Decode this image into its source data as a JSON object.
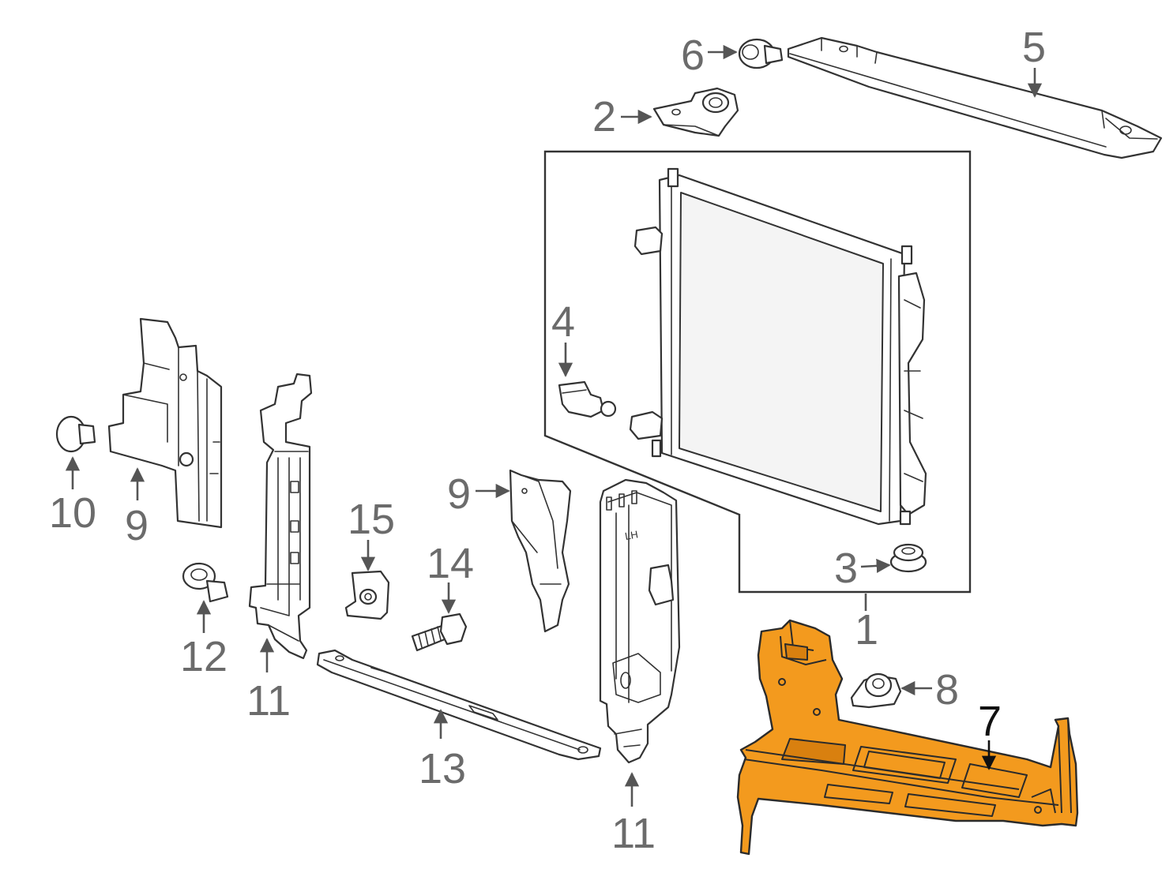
{
  "diagram": {
    "highlight_part": "7",
    "colors": {
      "highlight": "#F39A1E",
      "line": "#333333",
      "callout_text": "#6b6b6b",
      "highlight_callout_text": "#111111"
    },
    "callouts": [
      {
        "id": "c1",
        "label": "1"
      },
      {
        "id": "c2",
        "label": "2"
      },
      {
        "id": "c3",
        "label": "3"
      },
      {
        "id": "c4",
        "label": "4"
      },
      {
        "id": "c5",
        "label": "5"
      },
      {
        "id": "c6",
        "label": "6"
      },
      {
        "id": "c7",
        "label": "7"
      },
      {
        "id": "c8",
        "label": "8"
      },
      {
        "id": "c9a",
        "label": "9"
      },
      {
        "id": "c9b",
        "label": "9"
      },
      {
        "id": "c10",
        "label": "10"
      },
      {
        "id": "c11a",
        "label": "11"
      },
      {
        "id": "c11b",
        "label": "11"
      },
      {
        "id": "c12",
        "label": "12"
      },
      {
        "id": "c13",
        "label": "13"
      },
      {
        "id": "c14",
        "label": "14"
      },
      {
        "id": "c15",
        "label": "15"
      }
    ],
    "stamped_text": {
      "lh_mark": "LH"
    }
  }
}
